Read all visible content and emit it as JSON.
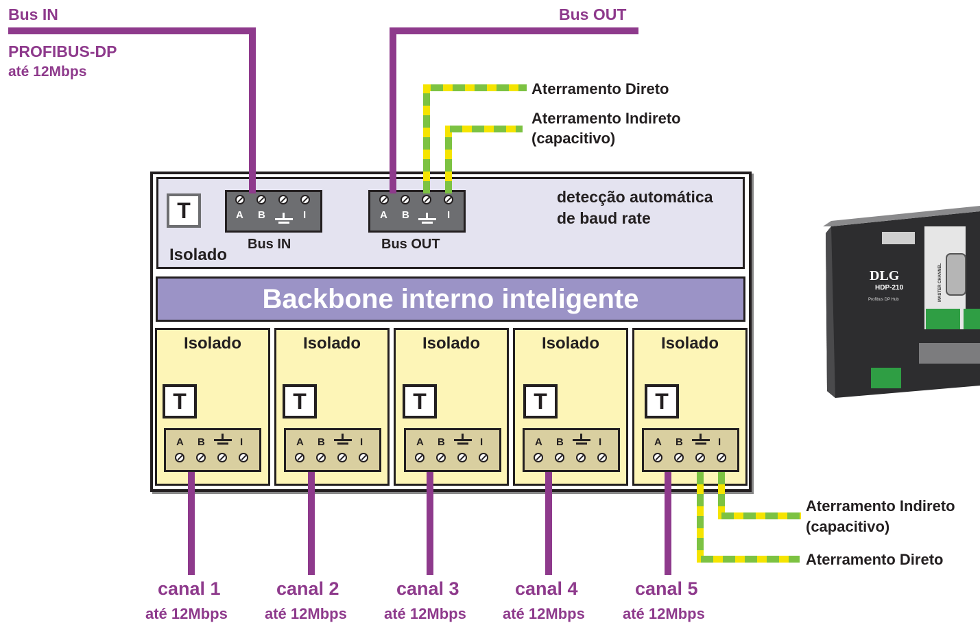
{
  "bus_in": {
    "title": "Bus IN",
    "protocol": "PROFIBUS-DP",
    "speed": "até 12Mbps"
  },
  "bus_out": {
    "title": "Bus OUT"
  },
  "grounding_top": {
    "direct": "Aterramento Direto",
    "indirect": "Aterramento Indireto",
    "indirect_note": "(capacitivo)"
  },
  "module": {
    "isolated_label": "Isolado",
    "t_label": "T",
    "bus_in_conn": "Bus IN",
    "bus_out_conn": "Bus OUT",
    "baud_line1": "detecção automática",
    "baud_line2": "de baud rate",
    "backbone": "Backbone interno inteligente",
    "pins": {
      "a": "A",
      "b": "B",
      "i": "I"
    }
  },
  "channels": [
    {
      "box_label": "Isolado",
      "name": "canal 1",
      "speed": "até 12Mbps"
    },
    {
      "box_label": "Isolado",
      "name": "canal 2",
      "speed": "até 12Mbps"
    },
    {
      "box_label": "Isolado",
      "name": "canal 3",
      "speed": "até 12Mbps"
    },
    {
      "box_label": "Isolado",
      "name": "canal 4",
      "speed": "até 12Mbps"
    },
    {
      "box_label": "Isolado",
      "name": "canal 5",
      "speed": "até 12Mbps"
    }
  ],
  "grounding_bottom": {
    "indirect": "Aterramento Indireto",
    "indirect_note": "(capacitivo)",
    "direct": "Aterramento Direto"
  },
  "device": {
    "brand": "DLG",
    "model": "HDP-210",
    "subtitle": "Profibus DP Hub",
    "side_label": "MASTER CHANNEL"
  },
  "colors": {
    "bus": "#8e3a8c",
    "ground_green": "#7cc242",
    "ground_yellow": "#f5e400",
    "backbone": "#9b93c6",
    "channel_box": "#fdf5b7"
  }
}
